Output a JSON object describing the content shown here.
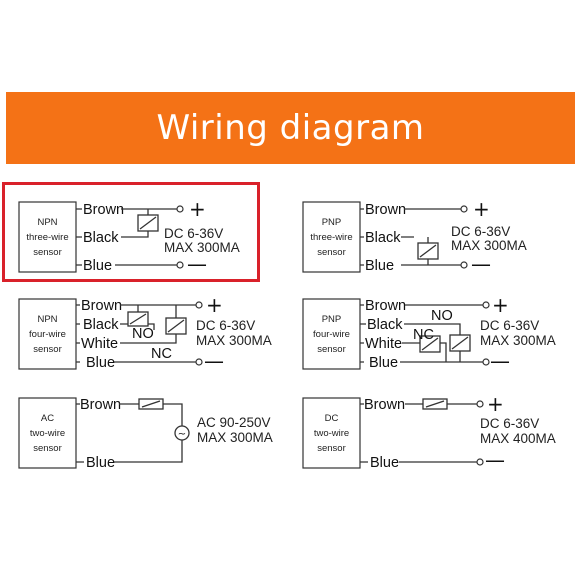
{
  "header": {
    "title": "Wiring diagram"
  },
  "modules": {
    "npn3": {
      "sensor": [
        "NPN",
        "three-wire",
        "sensor"
      ],
      "wires": [
        "Brown",
        "Black",
        "Blue"
      ],
      "spec": [
        "DC 6-36V",
        "MAX 300MA"
      ],
      "plus": "+",
      "minus": "—"
    },
    "pnp3": {
      "sensor": [
        "PNP",
        "three-wire",
        "sensor"
      ],
      "wires": [
        "Brown",
        "Black",
        "Blue"
      ],
      "spec": [
        "DC 6-36V",
        "MAX 300MA"
      ],
      "plus": "+",
      "minus": "—"
    },
    "npn4": {
      "sensor": [
        "NPN",
        "four-wire",
        "sensor"
      ],
      "wires": [
        "Brown",
        "Black",
        "White",
        "Blue"
      ],
      "spec": [
        "DC 6-36V",
        "MAX 300MA"
      ],
      "no": "NO",
      "nc": "NC",
      "plus": "+",
      "minus": "—"
    },
    "pnp4": {
      "sensor": [
        "PNP",
        "four-wire",
        "sensor"
      ],
      "wires": [
        "Brown",
        "Black",
        "White",
        "Blue"
      ],
      "spec": [
        "DC 6-36V",
        "MAX 300MA"
      ],
      "no": "NO",
      "nc": "NC",
      "plus": "+",
      "minus": "—"
    },
    "ac2": {
      "sensor": [
        "AC",
        "two-wire",
        "sensor"
      ],
      "wires": [
        "Brown",
        "Blue"
      ],
      "spec": [
        "AC 90-250V",
        "MAX 300MA"
      ],
      "ac_symbol": "~"
    },
    "dc2": {
      "sensor": [
        "DC",
        "two-wire",
        "sensor"
      ],
      "wires": [
        "Brown",
        "Blue"
      ],
      "spec": [
        "DC 6-36V",
        "MAX 400MA"
      ],
      "plus": "+",
      "minus": "—"
    }
  },
  "colors": {
    "banner": "#f47216",
    "highlight": "#d9212a"
  }
}
